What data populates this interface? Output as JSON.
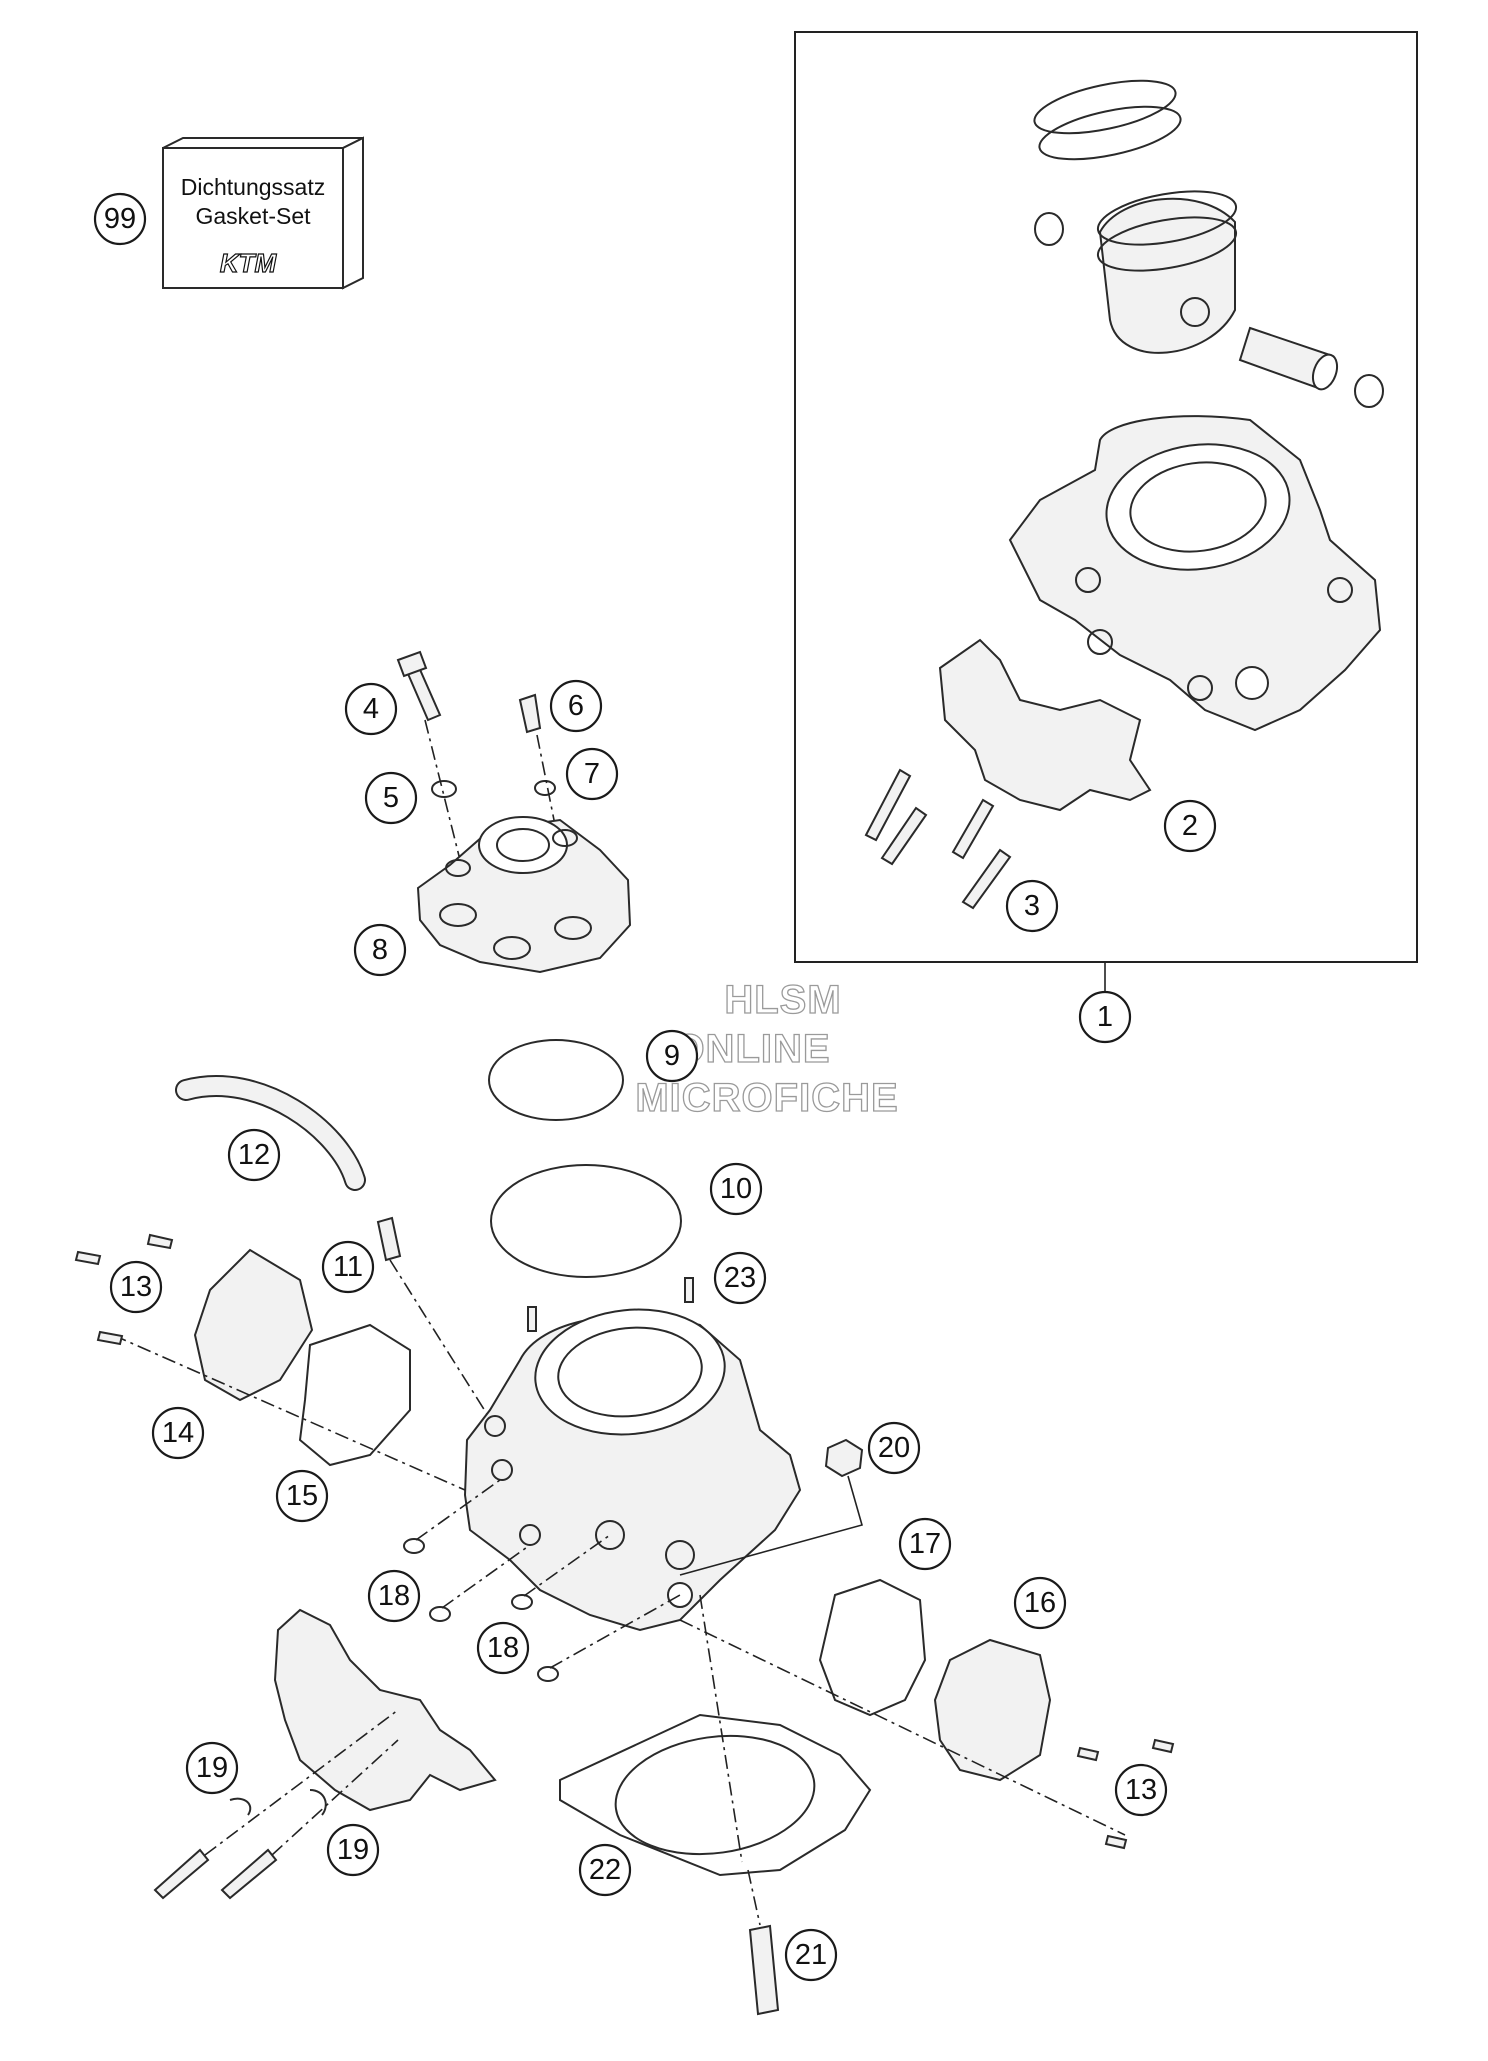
{
  "kit": {
    "line1": "Dichtungssatz",
    "line2": "Gasket-Set",
    "logo": "KTM"
  },
  "watermark": {
    "line1": "HLSM",
    "line2": "ONLINE",
    "line3": "MICROFICHE"
  },
  "callouts": [
    "99",
    "1",
    "2",
    "3",
    "4",
    "5",
    "6",
    "7",
    "8",
    "9",
    "10",
    "11",
    "12",
    "13",
    "14",
    "15",
    "16",
    "17",
    "18",
    "19",
    "20",
    "21",
    "22",
    "23"
  ]
}
